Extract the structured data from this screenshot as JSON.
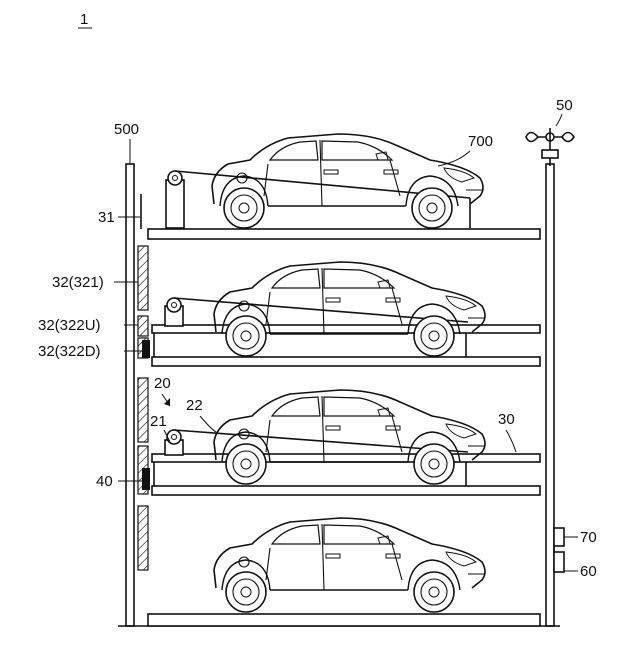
{
  "figure": {
    "number": "1"
  },
  "labels": {
    "frame": "500",
    "sensor_top": "50",
    "vehicle": "700",
    "stopper": "31",
    "panel_321": "32(321)",
    "panel_322u": "32(322U)",
    "panel_322d": "32(322D)",
    "unit": "20",
    "unit_22": "22",
    "unit_21": "21",
    "pallet": "30",
    "actuator": "40",
    "box_70": "70",
    "box_60": "60"
  },
  "colors": {
    "stroke": "#111111",
    "hatch": "#111111",
    "background": "#ffffff"
  }
}
